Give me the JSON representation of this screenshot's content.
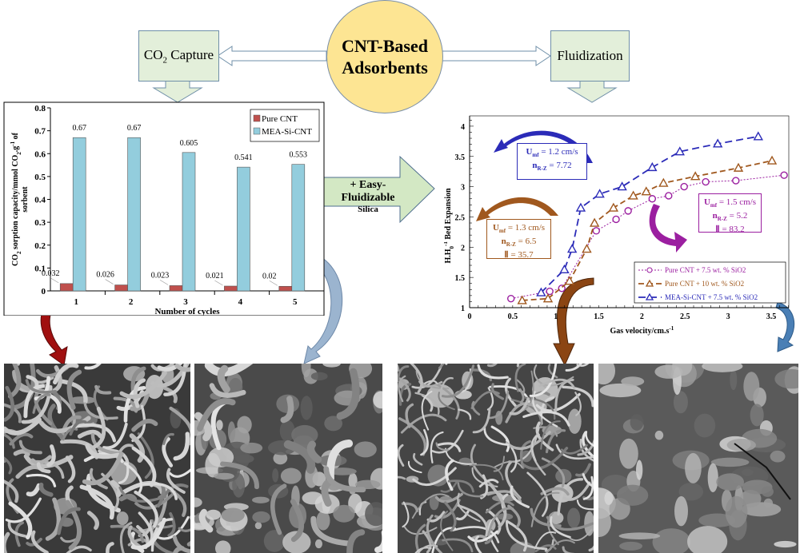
{
  "center": {
    "line1": "CNT-Based",
    "line2": "Adsorbents"
  },
  "left_box": {
    "prefix": "CO",
    "sub": "2",
    "suffix": " Capture"
  },
  "right_box": {
    "label": "Fluidization"
  },
  "middle_arrow": {
    "line1": "+ Easy-Fluidizable",
    "line2": "Silica"
  },
  "colors": {
    "box_fill": "#e3efda",
    "circle_fill": "#fde593",
    "pure_cnt": "#c0504d",
    "mea": "#93cddd",
    "series_purple": "#9b1fa0",
    "series_brown": "#a0581e",
    "series_blue": "#2b2bb8"
  },
  "chart_data": [
    {
      "type": "bar",
      "title": "",
      "xlabel": "Number of cycles",
      "ylabel": "CO2 sorption capacity/mmol CO2.g-1 of sorbent",
      "ylabel_parts": [
        "CO",
        "2",
        " sorption capacity/mmol CO",
        "2",
        ".g",
        "-1",
        " of",
        "sorbent"
      ],
      "categories": [
        "1",
        "2",
        "3",
        "4",
        "5"
      ],
      "ylim": [
        0,
        0.8
      ],
      "yticks": [
        "0",
        "0.1",
        "0.2",
        "0.3",
        "0.4",
        "0.5",
        "0.6",
        "0.7",
        "0.8"
      ],
      "legend_position": "top-right",
      "series": [
        {
          "name": "Pure CNT",
          "color": "#c0504d",
          "values": [
            0.032,
            0.026,
            0.023,
            0.021,
            0.02
          ],
          "labels": [
            "0.032",
            "0.026",
            "0.023",
            "0.021",
            "0.02"
          ]
        },
        {
          "name": "MEA-Si-CNT",
          "color": "#93cddd",
          "values": [
            0.67,
            0.67,
            0.605,
            0.541,
            0.553
          ],
          "labels": [
            "0.67",
            "0.67",
            "0.605",
            "0.541",
            "0.553"
          ]
        }
      ]
    },
    {
      "type": "line",
      "xlabel": "Gas velocity/cm.s-1",
      "xlabel_parts": [
        "Gas velocity/cm.s",
        "-1"
      ],
      "ylabel": "H.H0-1 Bed Expansion",
      "ylabel_parts": [
        "H.H",
        "0",
        "-1",
        " Bed Expansion"
      ],
      "xlim": [
        0,
        3.75
      ],
      "ylim": [
        1,
        4.2
      ],
      "xticks": [
        "0",
        "0.5",
        "1",
        "1.5",
        "2",
        "2.5",
        "3",
        "3.5"
      ],
      "yticks": [
        "1",
        "1.5",
        "2",
        "2.5",
        "3",
        "3.5",
        "4"
      ],
      "legend_position": "bottom-right",
      "series": [
        {
          "name": "Pure CNT + 7.5 wt. % SiO2",
          "color": "#9b1fa0",
          "marker": "circle",
          "x": [
            0.48,
            0.93,
            1.07,
            1.47,
            1.7,
            1.84,
            2.12,
            2.31,
            2.49,
            2.74,
            3.09,
            3.65
          ],
          "y": [
            1.15,
            1.27,
            1.32,
            2.27,
            2.46,
            2.6,
            2.8,
            2.85,
            3.0,
            3.08,
            3.1,
            3.19
          ]
        },
        {
          "name": "Pure CNT + 10 wt. % SiO2",
          "color": "#a0581e",
          "marker": "triangle",
          "x": [
            0.61,
            0.91,
            1.16,
            1.36,
            1.45,
            1.67,
            1.9,
            2.05,
            2.25,
            2.62,
            3.12,
            3.51
          ],
          "y": [
            1.12,
            1.15,
            1.44,
            1.97,
            2.4,
            2.65,
            2.85,
            2.92,
            3.06,
            3.17,
            3.31,
            3.43
          ]
        },
        {
          "name": "MEA-Si-CNT + 7.5 wt. % SiO2",
          "color": "#2b2bb8",
          "marker": "triangle",
          "x": [
            0.83,
            1.1,
            1.19,
            1.29,
            1.51,
            1.77,
            2.12,
            2.44,
            2.88,
            3.35
          ],
          "y": [
            1.25,
            1.63,
            1.97,
            2.65,
            2.88,
            3.0,
            3.32,
            3.58,
            3.71,
            3.83
          ]
        }
      ],
      "annotations": [
        {
          "color": "#2b2bb8",
          "lines": [
            {
              "k": "U",
              "sub": "mf",
              "v": " = 1.2 cm/s"
            },
            {
              "k": "n",
              "sub": "R-Z",
              "v": " = 7.72"
            }
          ]
        },
        {
          "color": "#a0581e",
          "lines": [
            {
              "k": "U",
              "sub": "mf",
              "v": " = 1.3 cm/s"
            },
            {
              "k": "n",
              "sub": "R-Z",
              "v": " = 6.5"
            },
            {
              "k": "Ⅱ",
              "sub": "",
              "v": " = 35.7"
            }
          ]
        },
        {
          "color": "#9b1fa0",
          "lines": [
            {
              "k": "U",
              "sub": "mf",
              "v": " = 1.5 cm/s"
            },
            {
              "k": "n",
              "sub": "R-Z",
              "v": " = 5.2"
            },
            {
              "k": "Ⅱ",
              "sub": "",
              "v": " = 83.2"
            }
          ]
        }
      ]
    }
  ]
}
